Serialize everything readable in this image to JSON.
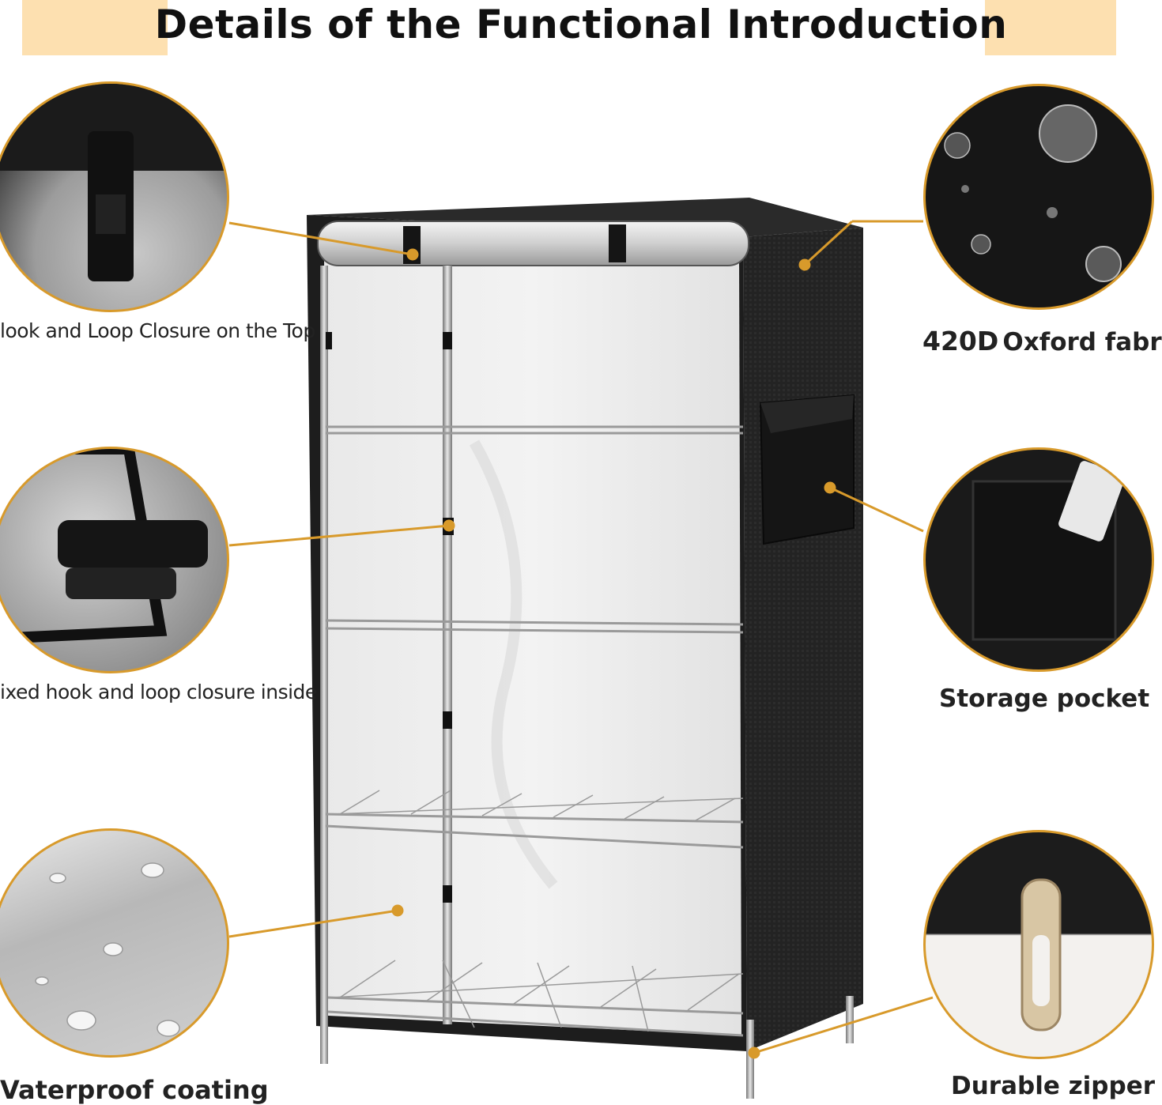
{
  "title": "Details of the Functional Introduction",
  "colors": {
    "accent": "#d89a2b",
    "banner": "#fde0b0",
    "fabric": "#1f1f1f"
  },
  "features": {
    "top_closure": {
      "label": "Hook and Loop Closure on the Top",
      "visible_text": "look and Loop Closure on the Top"
    },
    "inside_closure": {
      "label": "Fixed hook and loop closure inside",
      "visible_text": "ixed hook and loop closure inside"
    },
    "waterproof": {
      "label": "Waterproof coating",
      "visible_text": "Vaterproof coating"
    },
    "fabric": {
      "strength": "420D",
      "label": "Oxford fabric",
      "visible_text": "Oxford fabri"
    },
    "pocket": {
      "label": "Storage pocket"
    },
    "zipper": {
      "label": "Durable zipper"
    }
  }
}
